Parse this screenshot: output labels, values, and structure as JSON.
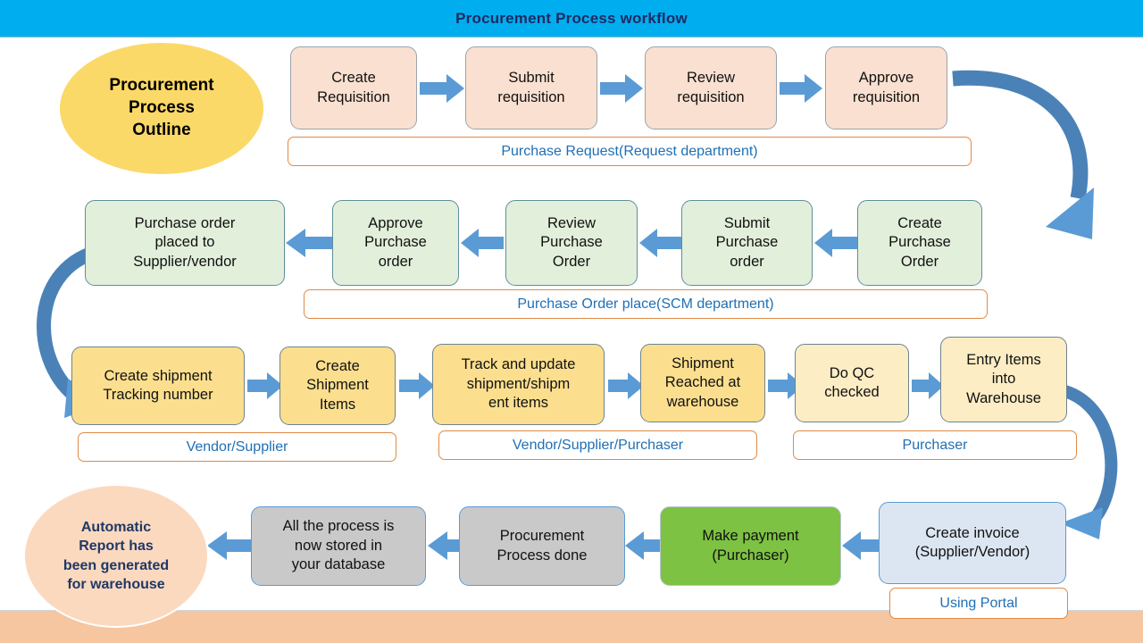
{
  "title": {
    "text": "Procurement Process workflow"
  },
  "outline_badge": {
    "label": "Procurement\nProcess\nOutline"
  },
  "report_badge": {
    "label": "Automatic\nReport has\nbeen generated\nfor warehouse"
  },
  "rows": {
    "requisition": {
      "nodes": [
        {
          "label": "Create\nRequisition"
        },
        {
          "label": "Submit\nrequisition"
        },
        {
          "label": "Review\nrequisition"
        },
        {
          "label": "Approve\nrequisition"
        }
      ],
      "captions": [
        {
          "label": "Purchase Request(Request department)"
        }
      ]
    },
    "purchase_order": {
      "nodes": [
        {
          "label": "Purchase order\nplaced to\nSupplier/vendor"
        },
        {
          "label": "Approve\nPurchase\norder"
        },
        {
          "label": "Review\nPurchase\nOrder"
        },
        {
          "label": "Submit\nPurchase\norder"
        },
        {
          "label": "Create\nPurchase\nOrder"
        }
      ],
      "captions": [
        {
          "label": "Purchase Order place(SCM department)"
        }
      ]
    },
    "shipment": {
      "nodes": [
        {
          "label": "Create shipment\nTracking number"
        },
        {
          "label": "Create\nShipment\nItems"
        },
        {
          "label": "Track and update\nshipment/shipm\nent items"
        },
        {
          "label": "Shipment\nReached at\nwarehouse"
        },
        {
          "label": "Do QC\nchecked"
        },
        {
          "label": "Entry Items\ninto\nWarehouse"
        }
      ],
      "captions": [
        {
          "label": "Vendor/Supplier"
        },
        {
          "label": "Vendor/Supplier/Purchaser"
        },
        {
          "label": "Purchaser"
        }
      ]
    },
    "closing": {
      "nodes": [
        {
          "label": "All the process is\nnow stored in\nyour database"
        },
        {
          "label": "Procurement\nProcess done"
        },
        {
          "label": "Make payment\n(Purchaser)"
        },
        {
          "label": "Create invoice\n(Supplier/Vendor)"
        }
      ],
      "captions": [
        {
          "label": "Using Portal"
        }
      ]
    }
  },
  "colors": {
    "title_band": "#00AEEF",
    "title_text": "#1F2A63",
    "arrow_blue": "#5B9BD5",
    "caption_border": "#E08A45",
    "caption_text": "#1F6FB5",
    "peach_node": "#FAE0D0",
    "green_node": "#E2EFDA",
    "yellow_node": "#FBDF8E",
    "cream_node": "#FDEDC4",
    "gray_node": "#C9C9C9",
    "lime_node": "#7DC242",
    "lightblue_node": "#DCE6F2",
    "yellow_ellipse": "#FBD968",
    "peach_ellipse": "#FBD9BF",
    "bottom_band": "#F6C6A0"
  }
}
